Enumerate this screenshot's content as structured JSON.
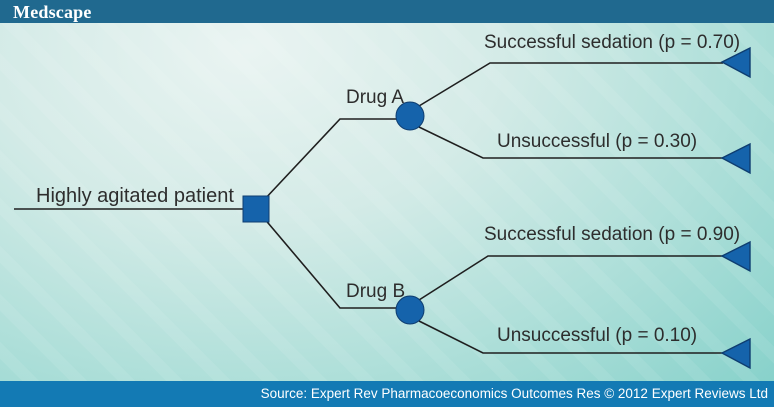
{
  "header": {
    "logo_text": "Medscape"
  },
  "footer": {
    "source_text": "Source: Expert Rev Pharmacoeconomics Outcomes Res © 2012 Expert Reviews Ltd"
  },
  "diagram": {
    "type": "decision-tree",
    "root": {
      "label": "Highly agitated patient",
      "node_type": "decision-square"
    },
    "branches": [
      {
        "label": "Drug A",
        "node_type": "chance-circle",
        "outcomes": [
          {
            "label": "Successful sedation (p = 0.70)",
            "probability": 0.7,
            "node_type": "terminal-triangle"
          },
          {
            "label": "Unsuccessful (p = 0.30)",
            "probability": 0.3,
            "node_type": "terminal-triangle"
          }
        ]
      },
      {
        "label": "Drug B",
        "node_type": "chance-circle",
        "outcomes": [
          {
            "label": "Successful sedation (p = 0.90)",
            "probability": 0.9,
            "node_type": "terminal-triangle"
          },
          {
            "label": "Unsuccessful (p = 0.10)",
            "probability": 0.1,
            "node_type": "terminal-triangle"
          }
        ]
      }
    ],
    "colors": {
      "header_bar": "#20698f",
      "footer_bar": "#137ab4",
      "node_blue": "#1563ab",
      "node_outline": "#0e3d70",
      "line": "#1f1f1f",
      "background_light": "#eaf4f2",
      "background_teal": "#83d0c9",
      "label_text": "#2d2d2d"
    }
  }
}
